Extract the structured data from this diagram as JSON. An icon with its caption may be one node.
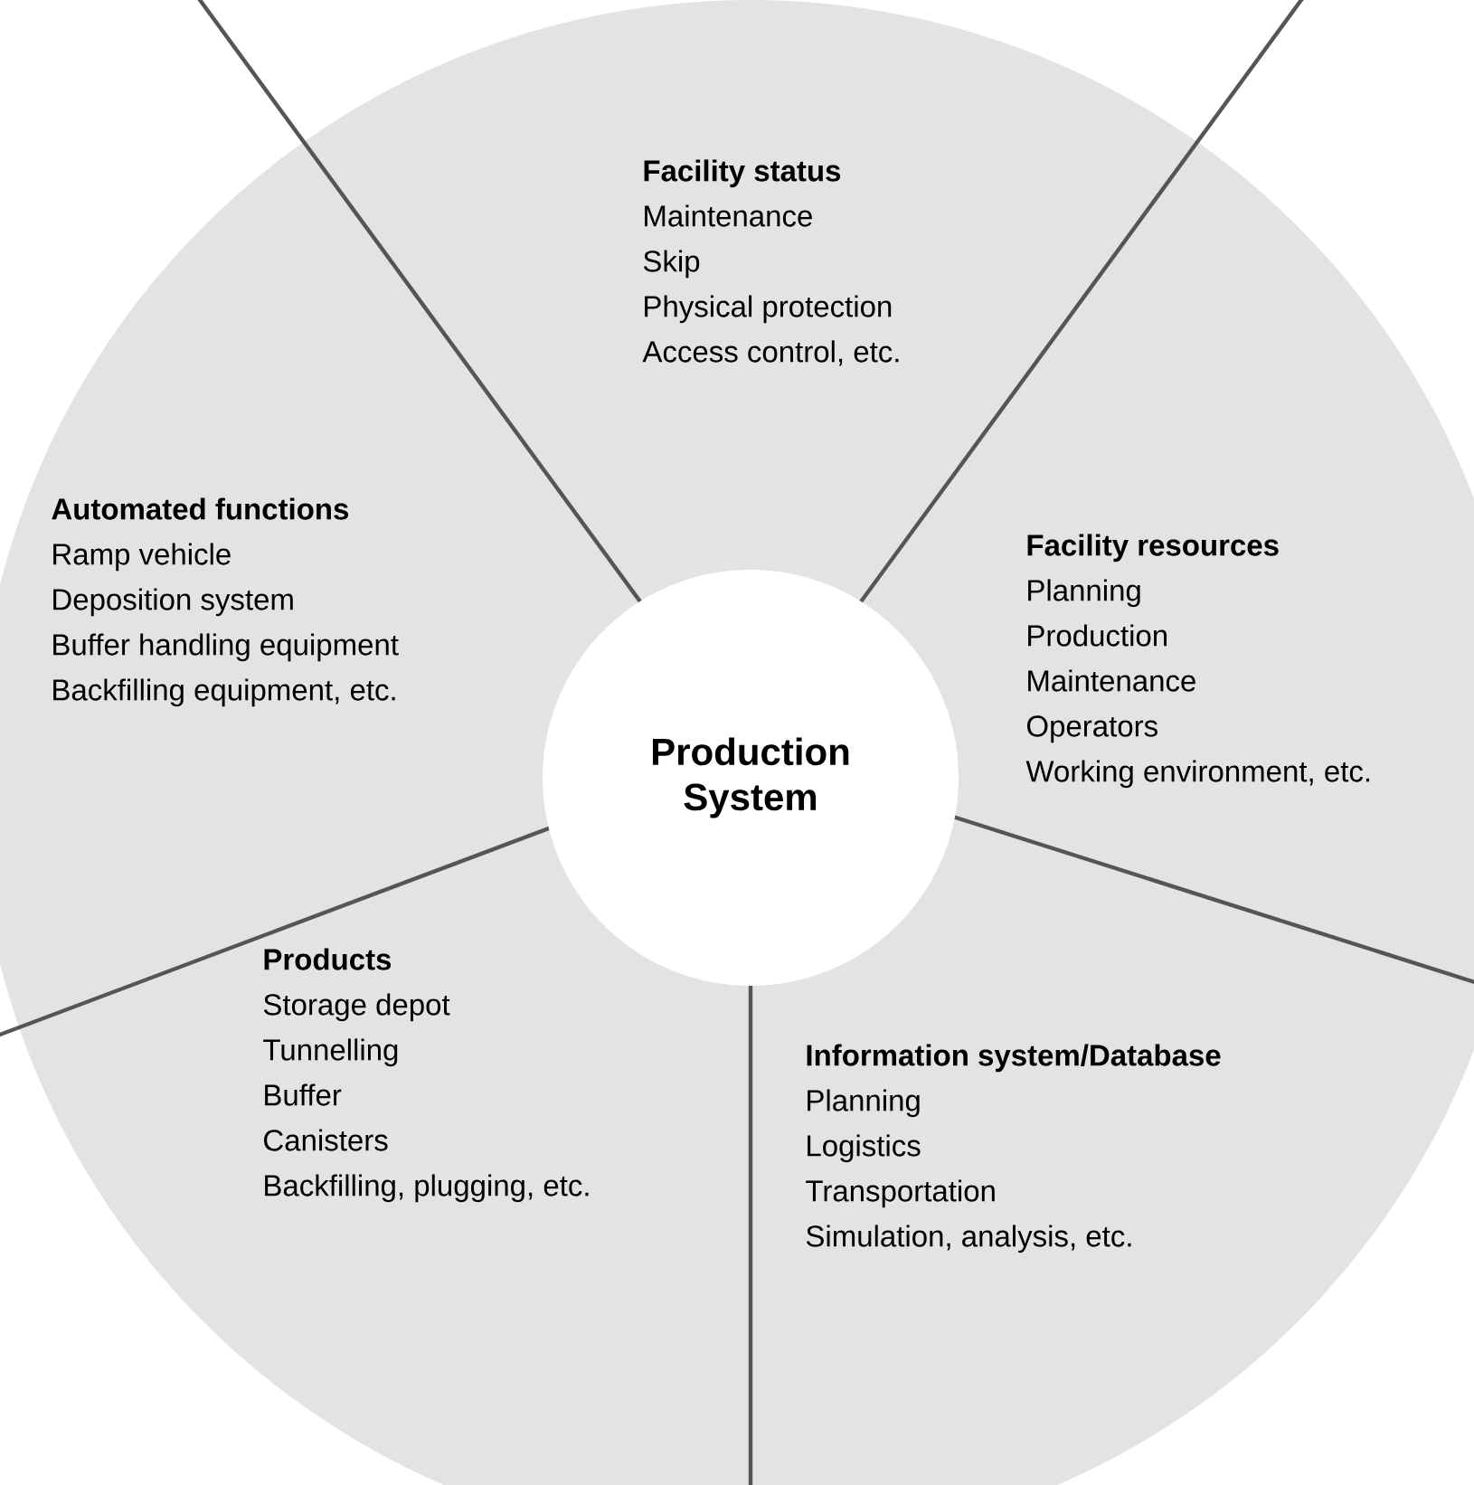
{
  "diagram": {
    "nodes": [
      {
        "text": [
          "Production System"
        ]
      },
      {
        "text": [
          "Facility status",
          "Maintenance",
          "Skip",
          "Physical protection",
          "Access control, etc."
        ]
      },
      {
        "text": [
          "Automated functions",
          "Ramp vehicle",
          "Deposition system",
          "Buffer handling equipment",
          "Backfilling equipment, etc."
        ]
      },
      {
        "text": [
          "Facility resources",
          "Planning",
          "Production",
          "Maintenance",
          "Operators",
          "Working environment, etc."
        ]
      },
      {
        "text": [
          "Products",
          "Storage depot",
          "Tunnelling",
          "Buffer",
          "Canisters",
          "Backfilling, plugging, etc."
        ]
      },
      {
        "text": [
          "Information system/Database",
          "Planning",
          "Logistics",
          "Transportation",
          "Simulation, analysis, etc."
        ]
      }
    ]
  }
}
